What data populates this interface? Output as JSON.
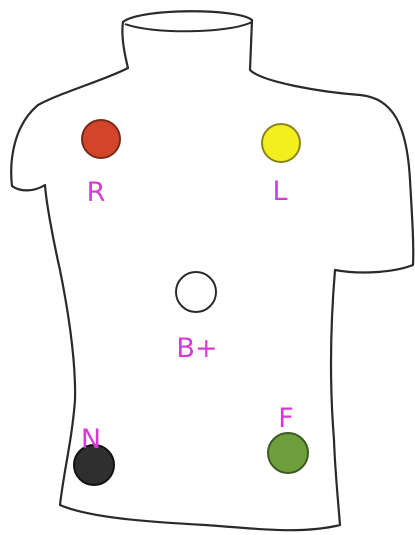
{
  "diagram": {
    "colors": {
      "outline": "#2a2a2a",
      "label": "#d63ad6"
    },
    "electrodes": [
      {
        "label": "R",
        "fill": "#d2452a",
        "stroke": "#7a2a1a"
      },
      {
        "label": "L",
        "fill": "#f5ee1e",
        "stroke": "#8a8420"
      },
      {
        "label": "B+",
        "fill": "#ffffff",
        "stroke": "#2a2a2a"
      },
      {
        "label": "N",
        "fill": "#2f2f2f",
        "stroke": "#111111"
      },
      {
        "label": "F",
        "fill": "#6e9f3c",
        "stroke": "#3e5c22"
      }
    ]
  }
}
